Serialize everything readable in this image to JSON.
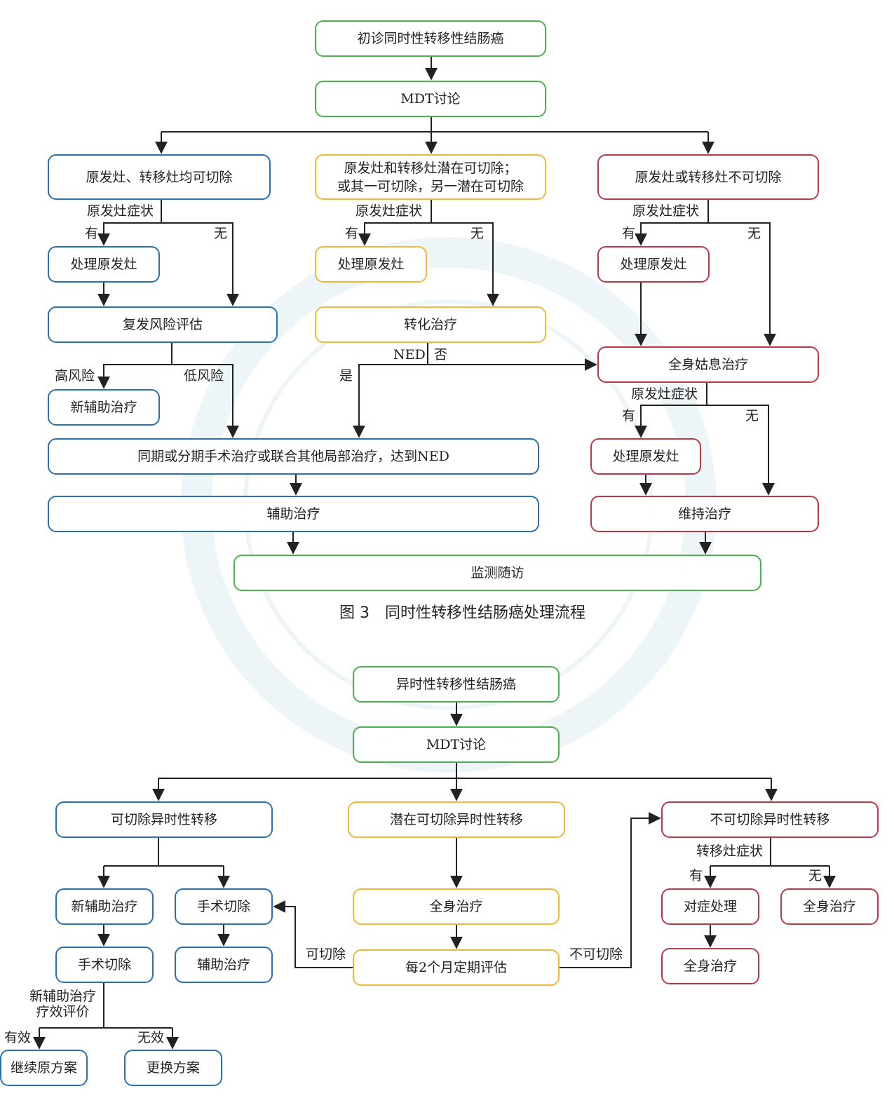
{
  "colors": {
    "green": "#4caf50",
    "blue": "#2a6fb0",
    "yellow": "#efb838",
    "red": "#b83a46",
    "line": "#222222",
    "watermark": "#cfe3ea"
  },
  "fig3": {
    "caption": "图 3　同时性转移性结肠癌处理流程",
    "nodes": {
      "start": "初诊同时性转移性结肠癌",
      "mdt": "MDT讨论",
      "resectable": "原发灶、转移灶均可切除",
      "potential": "原发灶和转移灶潜在可切除；\n或其一可切除，另一潜在可切除",
      "unresectable": "原发灶或转移灶不可切除",
      "treat_primary_a": "处理原发灶",
      "treat_primary_b": "处理原发灶",
      "treat_primary_c": "处理原发灶",
      "recurrence_risk": "复发风险评估",
      "conversion": "转化治疗",
      "palliative": "全身姑息治疗",
      "neoadjuvant": "新辅助治疗",
      "surgery": "同期或分期手术治疗或联合其他局部治疗，达到NED",
      "treat_primary_d": "处理原发灶",
      "adjuvant": "辅助治疗",
      "maintenance": "维持治疗",
      "followup": "监测随访"
    },
    "labels": {
      "symptom_a": "原发灶症状",
      "yes_a": "有",
      "no_a": "无",
      "symptom_b": "原发灶症状",
      "yes_b": "有",
      "no_b": "无",
      "symptom_c": "原发灶症状",
      "yes_c": "有",
      "no_c": "无",
      "high_risk": "高风险",
      "low_risk": "低风险",
      "ned": "NED",
      "not": "否",
      "is": "是",
      "symptom_d": "原发灶症状",
      "yes_d": "有",
      "no_d": "无"
    }
  },
  "fig4": {
    "nodes": {
      "start": "异时性转移性结肠癌",
      "mdt": "MDT讨论",
      "resectable": "可切除异时性转移",
      "potential": "潜在可切除异时性转移",
      "unresectable": "不可切除异时性转移",
      "neoadjuvant": "新辅助治疗",
      "surgery_a": "手术切除",
      "systemic_a": "全身治疗",
      "symptomatic": "对症处理",
      "systemic_b": "全身治疗",
      "surgery_b": "手术切除",
      "adjuvant": "辅助治疗",
      "evaluate": "每2个月定期评估",
      "systemic_c": "全身治疗",
      "continue": "继续原方案",
      "change": "更换方案"
    },
    "labels": {
      "neo_eval": "新辅助治疗\n疗效评价",
      "effective": "有效",
      "ineffective": "无效",
      "resectable_lbl": "可切除",
      "unresectable_lbl": "不可切除",
      "met_symptom": "转移灶症状",
      "yes": "有",
      "no": "无"
    }
  }
}
